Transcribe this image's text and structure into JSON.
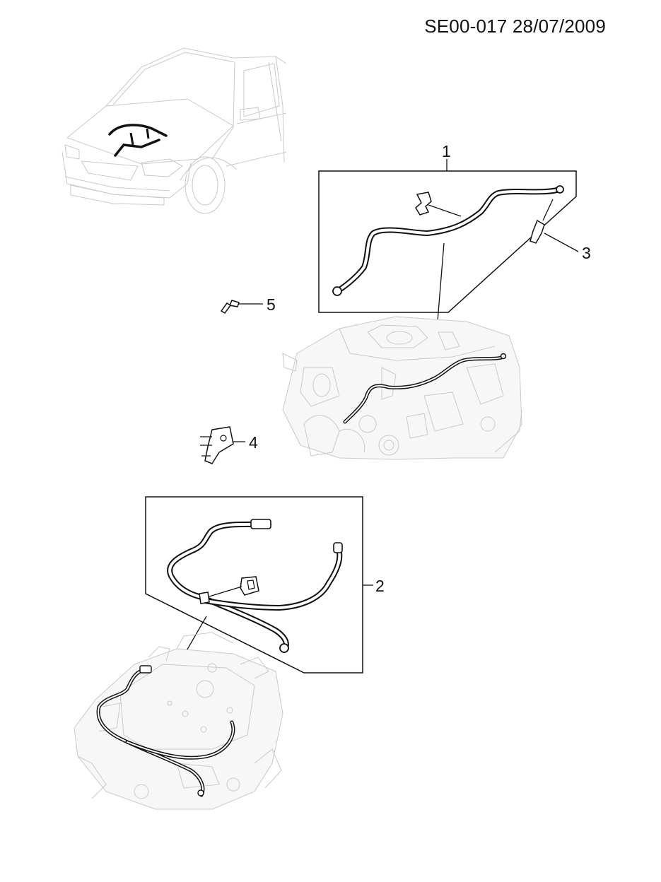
{
  "header": {
    "reference": "SE00-017 28/07/2009"
  },
  "callouts": {
    "c1": "1",
    "c2": "2",
    "c3": "3",
    "c4": "4",
    "c5": "5"
  },
  "icons": {
    "vehicle": "vehicle-overview-icon",
    "engine_upper": "engine-upper-view-icon",
    "engine_lower": "engine-lower-view-icon",
    "hose_upper": "upper-hose-assembly-icon",
    "hose_lower": "lower-hose-assembly-icon",
    "connector": "quick-connector-icon",
    "clip": "hose-clip-icon",
    "bolt": "bolt-icon",
    "bracket": "bracket-icon"
  },
  "colors": {
    "line": "#111111",
    "ghost": "#c9c9c9",
    "background": "#ffffff"
  }
}
